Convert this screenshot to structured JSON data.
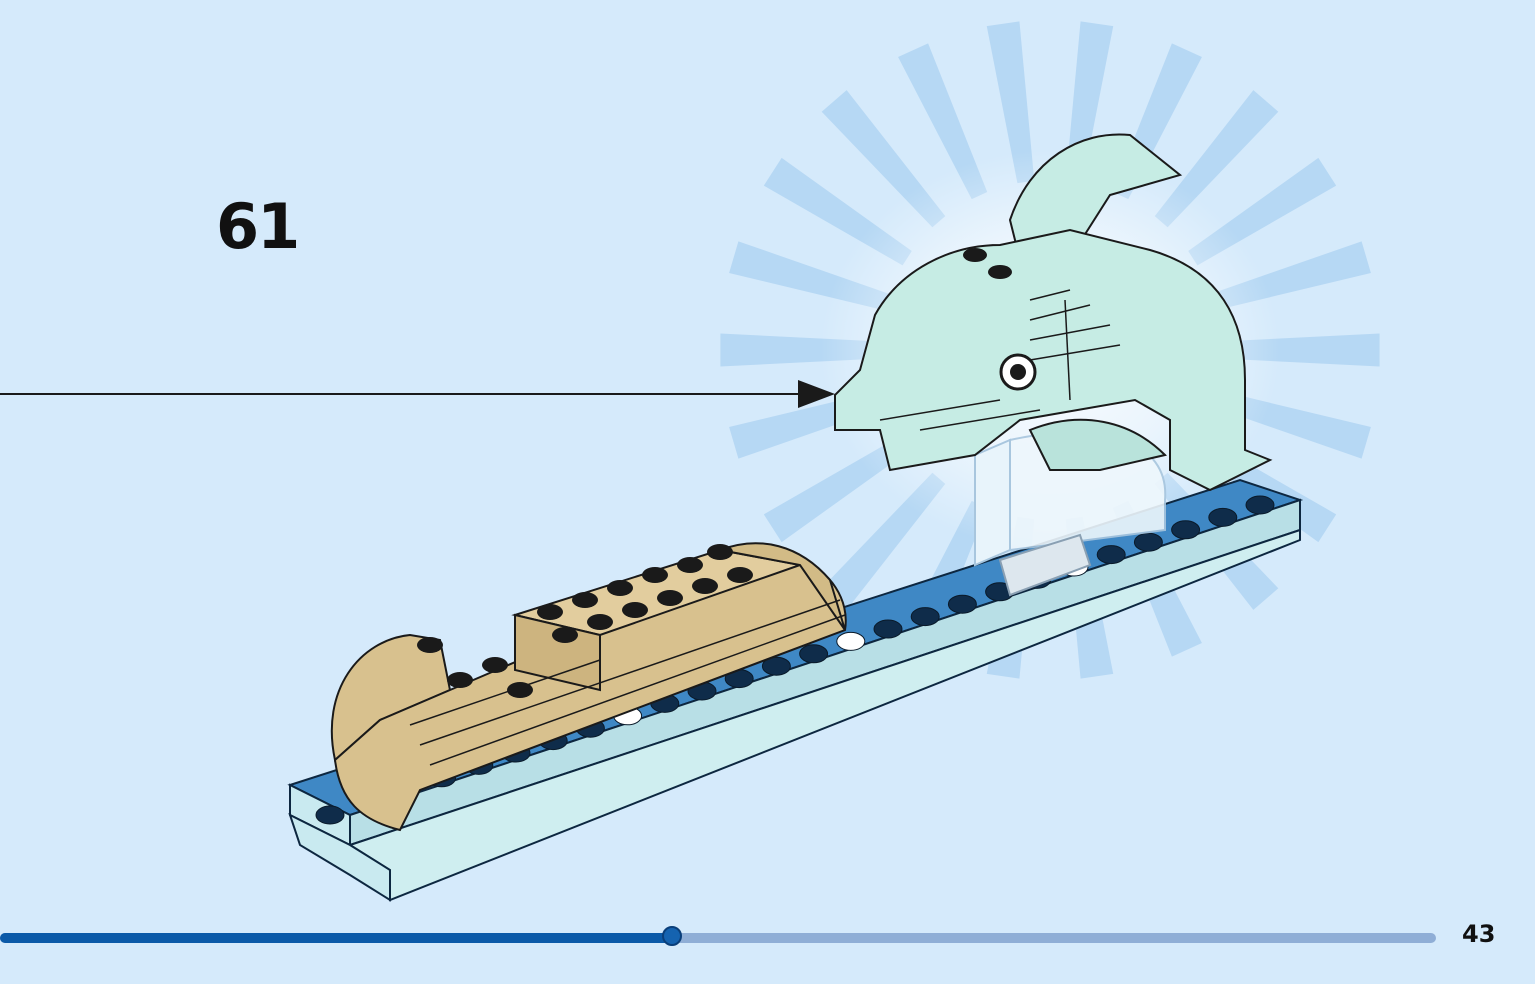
{
  "step": {
    "number": "61"
  },
  "page": {
    "number": "43"
  },
  "progress": {
    "fraction": 0.468
  },
  "colors": {
    "background": "#d5eafb",
    "base_plate": "#3f88c5",
    "dolphin": "#c6ece4",
    "sand": "#d8c18e",
    "progress_done": "#0b5aa8",
    "progress_remaining": "#8faed6"
  }
}
